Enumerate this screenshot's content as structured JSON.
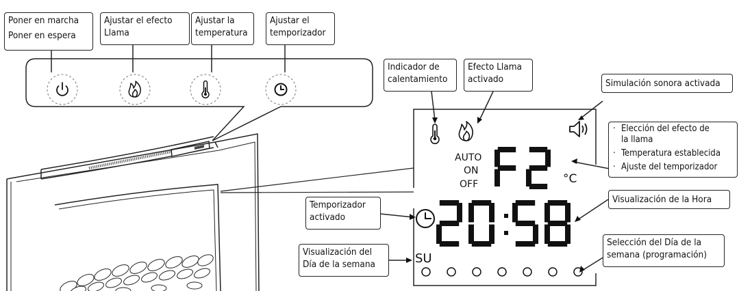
{
  "callouts": {
    "power": {
      "line1": "Poner en marcha",
      "line2": "Poner en espera"
    },
    "flame": {
      "line1": "Ajustar el efecto",
      "line2": "Llama"
    },
    "temp": {
      "line1": "Ajustar la",
      "line2": "temperatura"
    },
    "timer": {
      "line1": "Ajustar el",
      "line2": "temporizador"
    },
    "heating": {
      "line1": "Indicador de",
      "line2": "calentamiento"
    },
    "flame_on": {
      "line1": "Efecto Llama",
      "line2": "activado"
    },
    "sound": {
      "line1": "Simulación sonora activada"
    },
    "settings": {
      "line1": "Elección del efecto de",
      "line2": "la llama",
      "line3": "Temperatura establecida",
      "line4": "Ajuste del temporizador"
    },
    "timer_on": {
      "line1": "Temporizador",
      "line2": "activado"
    },
    "hour": {
      "line1": "Visualización de la Hora"
    },
    "weekday": {
      "line1": "Visualización del",
      "line2": "Día de la semana"
    },
    "day_select": {
      "line1": "Selección del Día de la",
      "line2": "semana (programación)"
    }
  },
  "lcd": {
    "mode_auto": "AUTO",
    "mode_on": "ON",
    "mode_off": "OFF",
    "setting_value": "F2",
    "unit": "°C",
    "time": "20:58",
    "day": "SU",
    "day_dots": 7
  },
  "icons": [
    "power-icon",
    "flame-icon",
    "thermometer-icon",
    "clock-icon",
    "speaker-icon"
  ]
}
